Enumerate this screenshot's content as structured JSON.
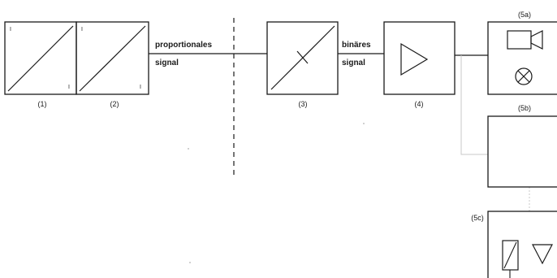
{
  "blocks": {
    "b1": {
      "label": "(1)",
      "top_mark": "I",
      "bottom_mark": "I"
    },
    "b2": {
      "label": "(2)",
      "top_mark": "I",
      "bottom_mark": "I"
    },
    "b3": {
      "label": "(3)"
    },
    "b4": {
      "label": "(4)"
    },
    "b5a": {
      "label": "(5a)"
    },
    "b5b": {
      "label": "(5b)"
    },
    "b5c": {
      "label": "(5c)"
    }
  },
  "signals": {
    "proportional": {
      "line1": "proportionales",
      "line2": "signal"
    },
    "binary": {
      "line1": "binäres",
      "line2": "signal"
    }
  },
  "icons": {
    "comparator": "diagonal-line-with-cross-mark",
    "amplifier": "triangle-amplifier",
    "camera": "camera-icon",
    "lamp": "lamp-circle-x-icon",
    "relay": "relay-coil-icon",
    "triangle": "triangle-down-icon"
  }
}
